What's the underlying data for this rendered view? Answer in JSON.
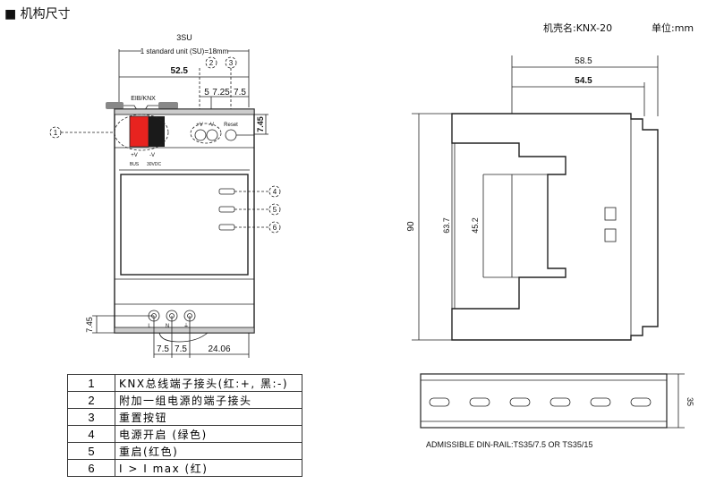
{
  "header": {
    "title": "■ 机构尺寸",
    "model": "机壳名:KNX-20",
    "unit": "单位:mm"
  },
  "front_view": {
    "su_label": "3SU",
    "su_def": "1 standard unit (SU)=18mm",
    "width": "52.5",
    "dim_5": "5",
    "dim_725": "7.25",
    "dim_75a": "7.5",
    "dim_745_top": "7.45",
    "connector_label": "EIB/KNX",
    "plus_v": "+V",
    "minus_v": "-V",
    "reset": "Reset",
    "bus_plus": "+V",
    "bus_minus": "-V",
    "bus": "BUS",
    "vdc": "30VDC",
    "callouts": [
      "1",
      "2",
      "3",
      "4",
      "5",
      "6"
    ],
    "terminal_L": "L",
    "terminal_N": "N",
    "terminal_ground": "⏚",
    "dim_745_bottom": "7.45",
    "dim_b1": "7.5",
    "dim_b2": "7.5",
    "dim_b3": "24.06"
  },
  "side_view": {
    "depth_total": "58.5",
    "depth_body": "54.5",
    "height": "90",
    "h2": "63.7",
    "h3": "45.2"
  },
  "rail": {
    "height": "35",
    "caption": "ADMISSIBLE DIN-RAIL:TS35/7.5 OR TS35/15"
  },
  "legend": [
    {
      "no": "1",
      "desc": "KNX总线端子接头(红:+, 黑:-)"
    },
    {
      "no": "2",
      "desc": "附加一组电源的端子接头"
    },
    {
      "no": "3",
      "desc": "重置按钮"
    },
    {
      "no": "4",
      "desc": "电源开启 (绿色)"
    },
    {
      "no": "5",
      "desc": "重启(红色)"
    },
    {
      "no": "6",
      "desc": "I > I max (红)"
    }
  ],
  "colors": {
    "terminal_red": "#e8231f",
    "terminal_black": "#1a1a1a"
  }
}
